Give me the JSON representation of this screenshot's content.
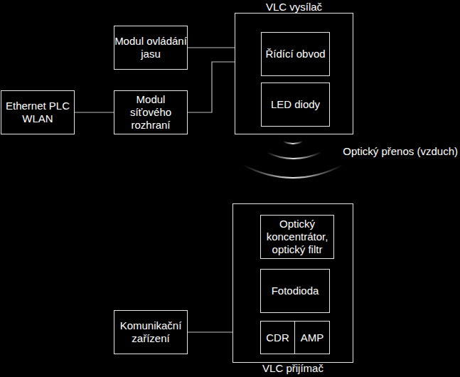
{
  "diagram": {
    "nodes": [
      {
        "text": [
          "Modul ovládání jasu"
        ]
      },
      {
        "text": [
          "Ethernet PLC WLAN"
        ]
      },
      {
        "text": [
          "Modul síťového rozhraní"
        ]
      },
      {
        "text": [
          "VLC vysílač"
        ]
      },
      {
        "text": [
          "Řídící obvod"
        ],
        "in": 3
      },
      {
        "text": [
          "LED diody"
        ],
        "in": 3
      },
      {
        "text": [
          "VLC přijímač"
        ]
      },
      {
        "text": [
          "Optický koncentrátor, optický filtr"
        ],
        "in": 6
      },
      {
        "text": [
          "Fotodioda"
        ],
        "in": 6
      },
      {
        "text": [
          "CDR"
        ],
        "in": 6
      },
      {
        "text": [
          "AMP"
        ],
        "in": 6
      },
      {
        "text": [
          "Komunikační zařízení"
        ]
      }
    ],
    "edges": [
      {
        "from": 0,
        "to": 4,
        "arrow": "none"
      },
      {
        "from": 1,
        "to": 2,
        "arrow": "none"
      },
      {
        "from": 2,
        "to": 4,
        "arrow": "none"
      },
      {
        "from": 11,
        "to": 9,
        "arrow": "none"
      }
    ],
    "labels": [
      "Optický přenos (vzduch)"
    ]
  }
}
